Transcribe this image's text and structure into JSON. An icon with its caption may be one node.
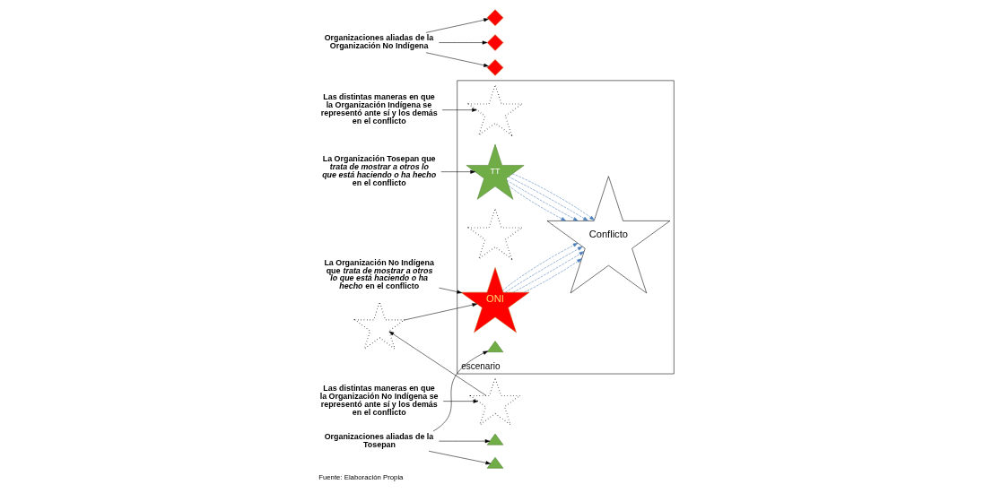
{
  "diagram": {
    "caption": "Fuente: Elaboración Propia",
    "nodes": [
      {
        "text": [
          "escenario"
        ]
      },
      {
        "text": [
          "La Organización No Indígena que *trata de mostrar a otros lo que está haciendo o ha hecho* en el conflicto"
        ]
      },
      {
        "text": [
          "Organizaciones aliadas de la Organización No Indígena"
        ]
      },
      {
        "text": [],
        "shape": "diamond"
      },
      {
        "text": [],
        "shape": "diamond"
      },
      {
        "text": [],
        "shape": "diamond"
      },
      {
        "text": [
          "ONI"
        ],
        "in": 0
      },
      {
        "text": [],
        "shape": "sun"
      },
      {
        "text": [],
        "shape": "sun"
      },
      {
        "text": [
          "Las distintas maneras en que la Organización No Indígena se representó ante sí y los demás en el conflicto"
        ]
      },
      {
        "text": [
          "Conflicto"
        ],
        "in": 0
      },
      {
        "text": [
          "Las distintas maneras en que la Organización Indígena se representó ante sí y los demás en el conflicto"
        ]
      },
      {
        "text": [],
        "shape": "star",
        "in": 0
      },
      {
        "text": [],
        "shape": "star",
        "in": 0
      },
      {
        "text": [
          "TT"
        ],
        "in": 0
      },
      {
        "text": [
          "La Organización Tosepan que *trata de mostrar a otros lo que está haciendo o ha hecho* en el conflicto"
        ]
      },
      {
        "text": [],
        "shape": "triangle"
      },
      {
        "text": [],
        "shape": "triangle",
        "in": 0
      },
      {
        "text": [],
        "shape": "triangle"
      },
      {
        "text": [
          "Organizaciones aliadas de la Tosepan"
        ]
      }
    ],
    "edges": [
      {
        "from": 1,
        "to": 6,
        "arrow": "to"
      },
      {
        "from": 2,
        "to": 3,
        "arrow": "to"
      },
      {
        "from": 2,
        "to": 4,
        "arrow": "to"
      },
      {
        "from": 2,
        "to": 5,
        "arrow": "to"
      },
      {
        "from": 7,
        "to": 6,
        "arrow": "to"
      },
      {
        "from": 8,
        "to": 7,
        "arrow": "to"
      },
      {
        "from": 9,
        "to": 8,
        "arrow": "to"
      },
      {
        "from": 6,
        "to": 10,
        "arrow": "to",
        "style": "dashed",
        "color": "#4a7ebb"
      },
      {
        "from": 6,
        "to": 10,
        "arrow": "to",
        "style": "dashed",
        "color": "#4a7ebb"
      },
      {
        "from": 6,
        "to": 10,
        "arrow": "to",
        "style": "dashed",
        "color": "#4a7ebb"
      },
      {
        "from": 6,
        "to": 10,
        "arrow": "to",
        "style": "dashed",
        "color": "#4a7ebb"
      },
      {
        "from": 14,
        "to": 10,
        "arrow": "to",
        "style": "dashed",
        "color": "#4a7ebb"
      },
      {
        "from": 14,
        "to": 10,
        "arrow": "to",
        "style": "dashed",
        "color": "#4a7ebb"
      },
      {
        "from": 14,
        "to": 10,
        "arrow": "to",
        "style": "dashed",
        "color": "#4a7ebb"
      },
      {
        "from": 14,
        "to": 10,
        "arrow": "to",
        "style": "dashed",
        "color": "#4a7ebb"
      },
      {
        "from": 11,
        "to": 12,
        "arrow": "to"
      },
      {
        "from": 15,
        "to": 14,
        "arrow": "to"
      },
      {
        "from": 19,
        "to": 16,
        "arrow": "to"
      },
      {
        "from": 19,
        "to": 17,
        "arrow": "to"
      },
      {
        "from": 19,
        "to": 18,
        "arrow": "to"
      }
    ]
  }
}
